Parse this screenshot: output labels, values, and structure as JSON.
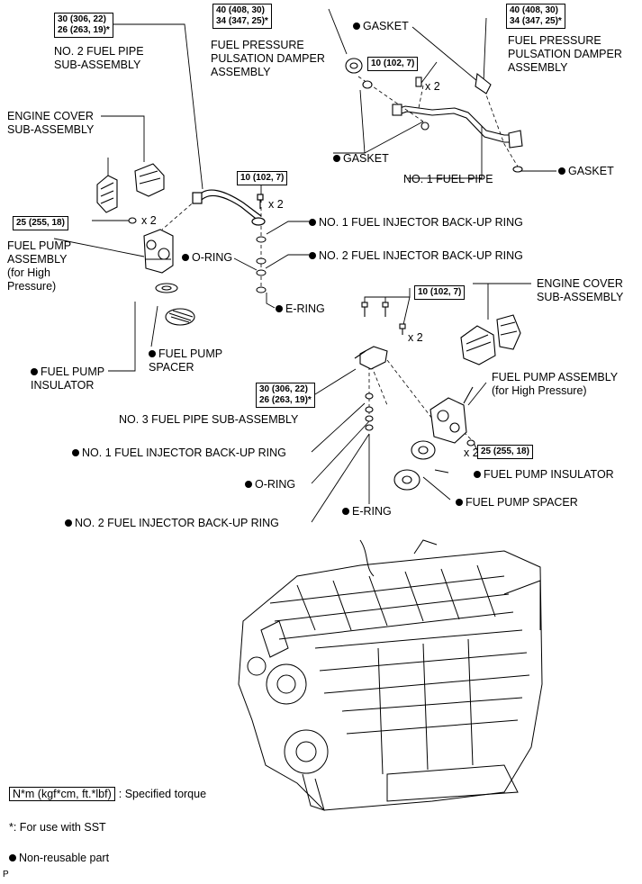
{
  "torque": {
    "t_top_left": "30 (306, 22)\n26 (263, 19)*",
    "t_top_mid": "40 (408, 30)\n34 (347, 25)*",
    "t_top_right": "40 (408, 30)\n34 (347, 25)*",
    "t_10_a": "10 (102, 7)",
    "t_10_b": "10 (102, 7)",
    "t_10_c": "10 (102, 7)",
    "t_25_a": "25 (255, 18)",
    "t_25_b": "25 (255, 18)",
    "t_30_b": "30 (306, 22)\n26 (263, 19)*"
  },
  "labels": {
    "no2_fuel_pipe": "NO. 2 FUEL PIPE\nSUB-ASSEMBLY",
    "damper_left": "FUEL PRESSURE\nPULSATION DAMPER\nASSEMBLY",
    "damper_right": "FUEL PRESSURE\nPULSATION DAMPER\nASSEMBLY",
    "gasket_top": "GASKET",
    "gasket_mid": "GASKET",
    "gasket_right": "GASKET",
    "no1_fuel_pipe": "NO. 1 FUEL PIPE",
    "engine_cover_left": "ENGINE COVER\nSUB-ASSEMBLY",
    "engine_cover_right": "ENGINE COVER\nSUB-ASSEMBLY",
    "fuel_pump_left": "FUEL PUMP\nASSEMBLY\n(for High\nPressure)",
    "fuel_pump_right": "FUEL PUMP ASSEMBLY\n(for High Pressure)",
    "backup1_top": "NO. 1 FUEL INJECTOR BACK-UP RING",
    "backup2_top": "NO. 2 FUEL INJECTOR BACK-UP RING",
    "oring_top": "O-RING",
    "ering_top": "E-RING",
    "spacer_left": "FUEL PUMP\nSPACER",
    "insulator_left": "FUEL PUMP\nINSULATOR",
    "no3_fuel_pipe": "NO. 3 FUEL PIPE SUB-ASSEMBLY",
    "backup1_bottom": "NO. 1 FUEL INJECTOR BACK-UP RING",
    "oring_bottom": "O-RING",
    "backup2_bottom": "NO. 2 FUEL INJECTOR BACK-UP RING",
    "ering_bottom": "E-RING",
    "insulator_right": "FUEL PUMP INSULATOR",
    "spacer_right": "FUEL PUMP SPACER"
  },
  "qty": {
    "q1": "x 2",
    "q2": "x 2",
    "q3": "x 2",
    "q4": "x 2",
    "q5": "x 2"
  },
  "legend": {
    "torque_box": "N*m (kgf*cm, ft.*lbf)",
    "torque_desc": ": Specified torque",
    "sst_note": "*: For use with SST",
    "nonreusable": "Non-reusable part"
  },
  "corner_mark": "P"
}
